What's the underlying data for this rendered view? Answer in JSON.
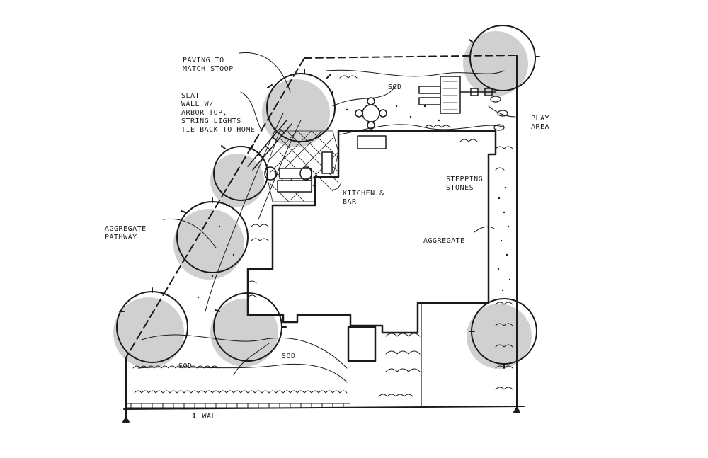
{
  "labels": {
    "paving": [
      "Paving to",
      "Match Stoop"
    ],
    "slat_wall": [
      "Slat",
      "Wall w/",
      "Arbor top,",
      "String Lights",
      "Tie Back to Home"
    ],
    "play_area": [
      "Play",
      "Area"
    ],
    "sod_top": "Sod",
    "stepping_stones": [
      "Stepping",
      "Stones"
    ],
    "kitchen_bar": [
      "Kitchen &",
      "Bar"
    ],
    "aggregate_pathway": [
      "Aggregate",
      "Pathway"
    ],
    "aggregate": "Aggregate",
    "sod_left": "Sod",
    "sod_mid": "Sod",
    "wall": "℄ Wall"
  },
  "colors": {
    "ink": "#1a1a1a",
    "shadow": "#d0d0d0",
    "paper": "#ffffff"
  }
}
